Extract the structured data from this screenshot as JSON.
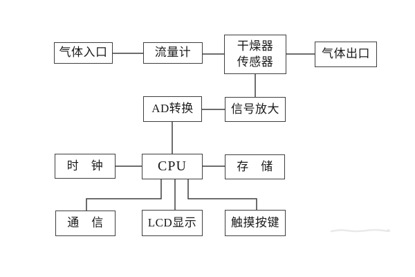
{
  "diagram": {
    "type": "block-diagram",
    "nodes": {
      "gas_inlet": "气体入口",
      "flow_meter": "流量计",
      "dryer_sensor": {
        "line1": "干燥器",
        "line2": "传感器"
      },
      "gas_outlet": "气体出口",
      "ad_converter": "AD转换",
      "signal_amplifier": "信号放大",
      "clock": "时　钟",
      "cpu": "CPU",
      "storage": "存　储",
      "communication": "通　信",
      "lcd_display": "LCD显示",
      "touch_keys": "触摸按键"
    },
    "edges": [
      {
        "from": "gas_inlet",
        "to": "flow_meter"
      },
      {
        "from": "flow_meter",
        "to": "dryer_sensor"
      },
      {
        "from": "dryer_sensor",
        "to": "gas_outlet"
      },
      {
        "from": "dryer_sensor",
        "to": "signal_amplifier"
      },
      {
        "from": "signal_amplifier",
        "to": "ad_converter"
      },
      {
        "from": "ad_converter",
        "to": "cpu"
      },
      {
        "from": "clock",
        "to": "cpu"
      },
      {
        "from": "cpu",
        "to": "storage"
      },
      {
        "from": "cpu",
        "to": "communication"
      },
      {
        "from": "cpu",
        "to": "lcd_display"
      },
      {
        "from": "cpu",
        "to": "touch_keys"
      }
    ]
  },
  "colors": {
    "background": "#ffffff",
    "box_border": "#3c3c3c",
    "line": "#3c3c3c",
    "text": "#1a1a1a",
    "watermark": "#e9e9e9"
  }
}
